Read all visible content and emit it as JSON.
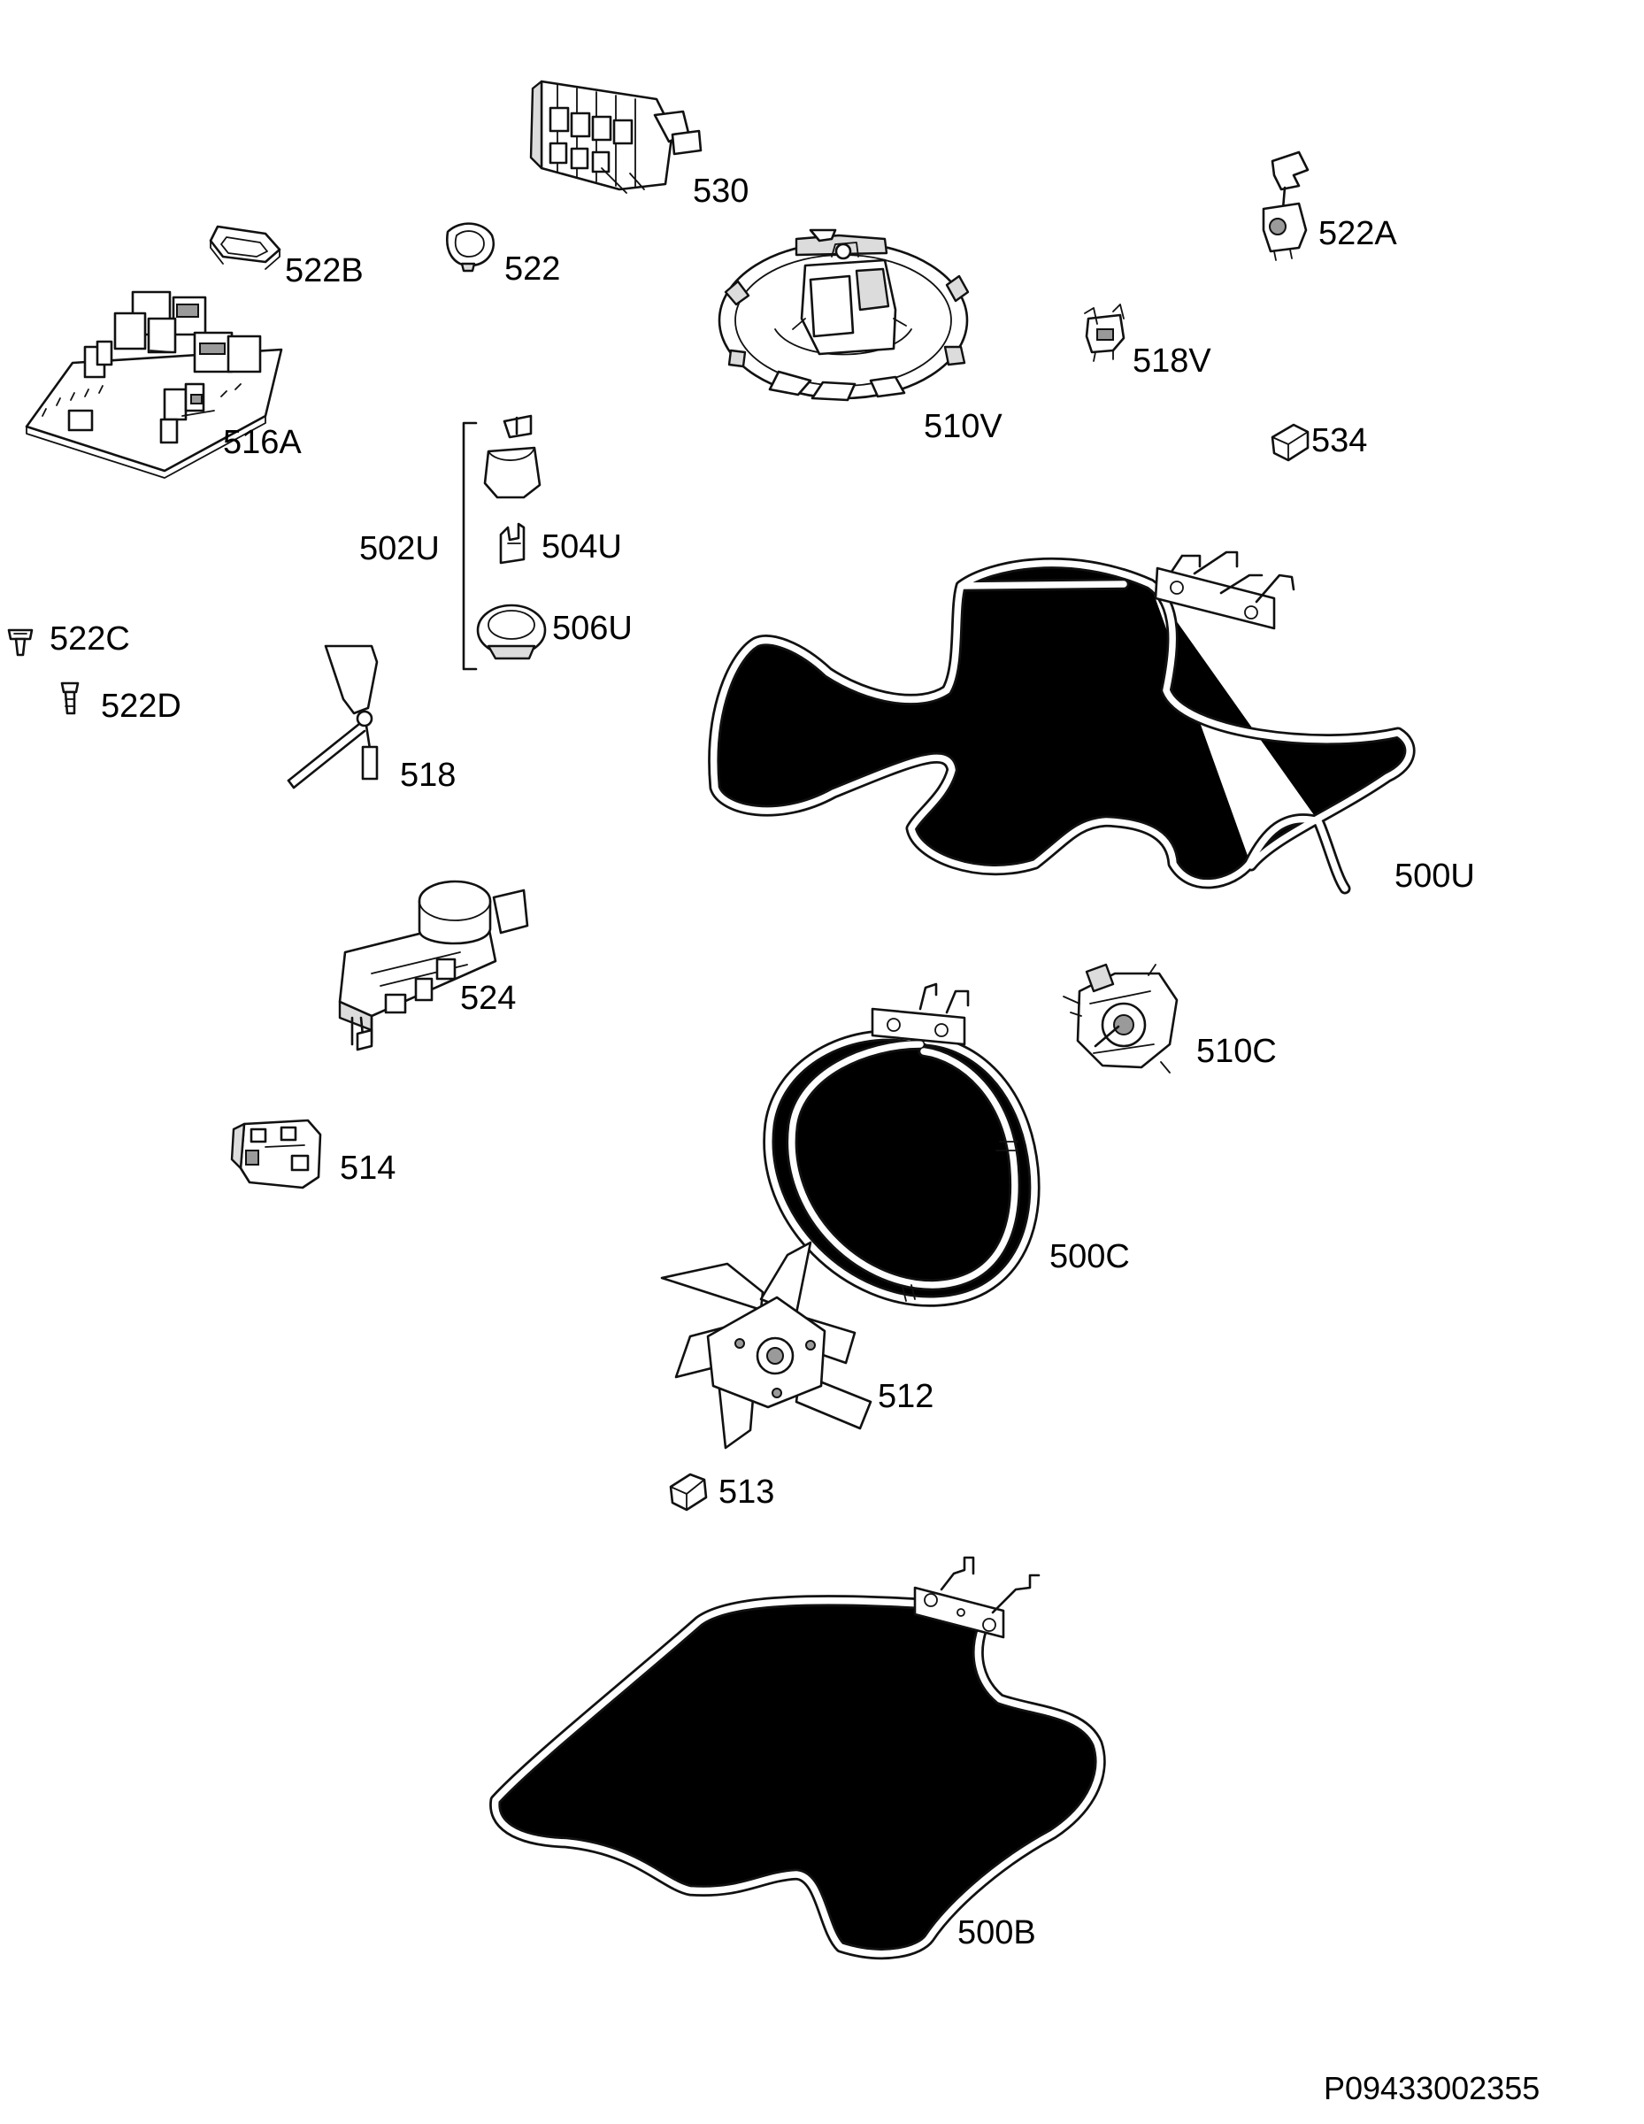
{
  "labels": {
    "p530": "530",
    "p522A": "522A",
    "p522B": "522B",
    "p522": "522",
    "p516A": "516A",
    "p510V": "510V",
    "p518V": "518V",
    "p534": "534",
    "p502U": "502U",
    "p504U": "504U",
    "p506U": "506U",
    "p522C": "522C",
    "p522D": "522D",
    "p518": "518",
    "p500U": "500U",
    "p524": "524",
    "p510C": "510C",
    "p514": "514",
    "p500C": "500C",
    "p512": "512",
    "p513": "513",
    "p500B": "500B"
  },
  "drawing_code": "P09433002355"
}
